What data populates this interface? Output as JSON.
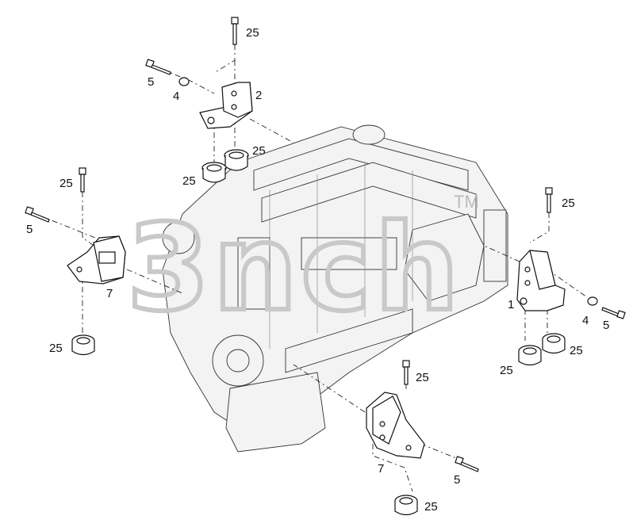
{
  "watermark": {
    "text": "3nch",
    "trademark": "TM"
  },
  "header_mark": "",
  "callouts": [
    {
      "id": "c-25-top",
      "text": "25"
    },
    {
      "id": "c-5-topleft",
      "text": "5"
    },
    {
      "id": "c-4-topleft",
      "text": "4"
    },
    {
      "id": "c-2",
      "text": "2"
    },
    {
      "id": "c-25-top-mount-r",
      "text": "25"
    },
    {
      "id": "c-25-top-mount-l",
      "text": "25"
    },
    {
      "id": "c-25-left-bolt",
      "text": "25"
    },
    {
      "id": "c-5-left",
      "text": "5"
    },
    {
      "id": "c-7-left",
      "text": "7"
    },
    {
      "id": "c-25-left-mount",
      "text": "25"
    },
    {
      "id": "c-25-right-bolt",
      "text": "25"
    },
    {
      "id": "c-1",
      "text": "1"
    },
    {
      "id": "c-4-right",
      "text": "4"
    },
    {
      "id": "c-5-right",
      "text": "5"
    },
    {
      "id": "c-25-right-mount-r",
      "text": "25"
    },
    {
      "id": "c-25-right-mount-l",
      "text": "25"
    },
    {
      "id": "c-25-bottom-bolt",
      "text": "25"
    },
    {
      "id": "c-7-bottom",
      "text": "7"
    },
    {
      "id": "c-5-bottom",
      "text": "5"
    },
    {
      "id": "c-25-bottom-mount",
      "text": "25"
    }
  ]
}
